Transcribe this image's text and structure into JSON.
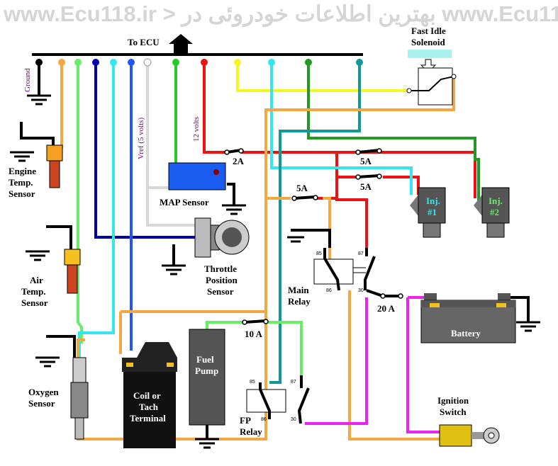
{
  "watermark": "www.Ecu118.ir > بهترین اطلاعات خودروئی در www.Ecu11",
  "labels": {
    "to_ecu": "To ECU",
    "fast_idle": [
      "Fast Idle",
      "Solenoid"
    ],
    "ground": "Ground",
    "vref": "Vref (5 volts)",
    "volts12": "12 volts",
    "fuse_2a": "2A",
    "fuse_5a_1": "5A",
    "fuse_5a_2": "5A",
    "fuse_5a_3": "5A",
    "engine_temp": [
      "Engine",
      "Temp.",
      "Sensor"
    ],
    "map_sensor": "MAP Sensor",
    "inj1": [
      "Inj.",
      "#1"
    ],
    "inj2": [
      "Inj.",
      "#2"
    ],
    "air_temp": [
      "Air",
      "Temp.",
      "Sensor"
    ],
    "throttle": [
      "Throttle",
      "Position",
      "Sensor"
    ],
    "main_relay": [
      "Main",
      "Relay"
    ],
    "pin85": "85",
    "pin87": "87",
    "pin86": "86",
    "pin30": "30",
    "fuse_20a": "20 A",
    "battery": "Battery",
    "fuse_10a": "10 A",
    "oxygen": [
      "Oxygen",
      "Sensor"
    ],
    "coil": [
      "Coil or",
      "Tach",
      "Terminal"
    ],
    "fuel_pump": [
      "Fuel",
      "Pump"
    ],
    "fp_relay": [
      "FP",
      "Relay"
    ],
    "ignition": [
      "Ignition",
      "Switch"
    ]
  },
  "colors": {
    "black": "#000000",
    "orange": "#f5a742",
    "lightgreen": "#66ee66",
    "navy": "#0000aa",
    "cyan": "#33e6f0",
    "blue": "#2255ff",
    "white": "#d8d8d8",
    "green": "#22cc22",
    "red": "#ee1111",
    "yellow": "#f5f522",
    "darkgreen": "#229922",
    "teal": "#119999",
    "magenta": "#ee22ee"
  }
}
